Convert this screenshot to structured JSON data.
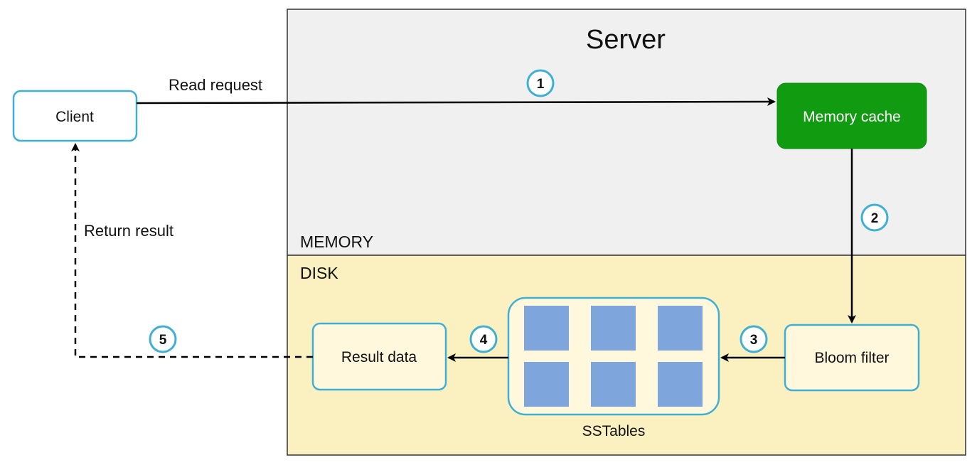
{
  "server": {
    "title": "Server"
  },
  "regions": {
    "memory": "MEMORY",
    "disk": "DISK"
  },
  "nodes": {
    "client": "Client",
    "memory_cache": "Memory cache",
    "bloom_filter": "Bloom filter",
    "result_data": "Result data",
    "sstables": "SSTables"
  },
  "edges": {
    "read_request": "Read request",
    "return_result": "Return result"
  },
  "steps": [
    "1",
    "2",
    "3",
    "4",
    "5"
  ],
  "colors": {
    "memory_bg": "#f0f0f0",
    "disk_bg": "#fbf0c0",
    "box_border": "#3fb0d4",
    "cache_fill": "#119b11",
    "sstable_block": "#7fa6dc"
  }
}
